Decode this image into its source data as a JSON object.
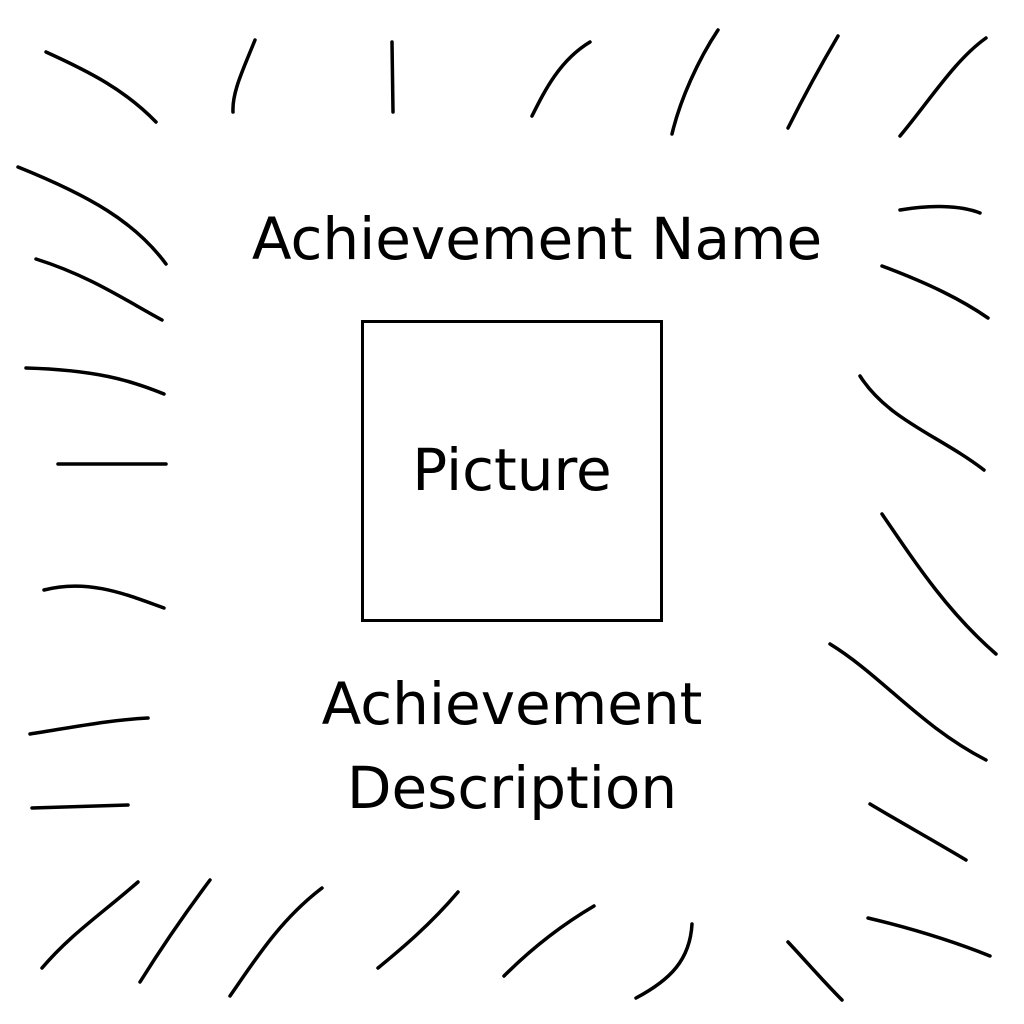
{
  "achievement_card": {
    "name": "Achievement Name",
    "picture_placeholder": "Picture",
    "description": "Achievement Description"
  },
  "colors": {
    "background": "#ffffff",
    "ink": "#000000"
  }
}
